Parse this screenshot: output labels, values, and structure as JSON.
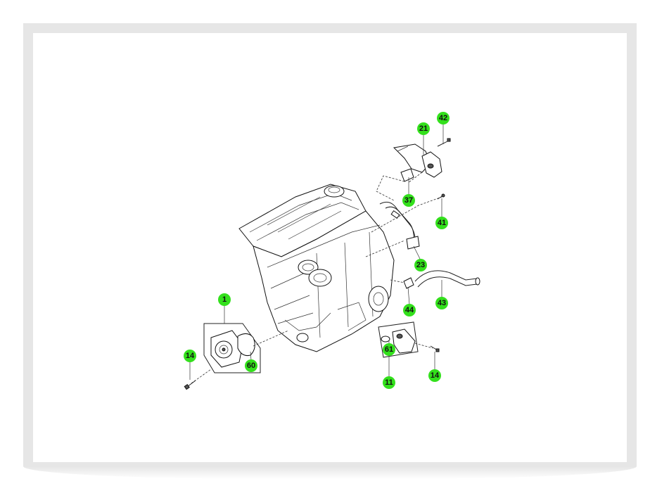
{
  "diagram": {
    "callouts": [
      {
        "id": "c42",
        "label": "42"
      },
      {
        "id": "c21",
        "label": "21"
      },
      {
        "id": "c37",
        "label": "37"
      },
      {
        "id": "c41",
        "label": "41"
      },
      {
        "id": "c23",
        "label": "23"
      },
      {
        "id": "c43",
        "label": "43"
      },
      {
        "id": "c44",
        "label": "44"
      },
      {
        "id": "c1",
        "label": "1"
      },
      {
        "id": "c14a",
        "label": "14"
      },
      {
        "id": "c60",
        "label": "60"
      },
      {
        "id": "c61",
        "label": "61"
      },
      {
        "id": "c11",
        "label": "11"
      },
      {
        "id": "c14b",
        "label": "14"
      }
    ],
    "colors": {
      "callout_fill": "#33e01c",
      "frame": "#e6e6e6",
      "line": "#222222"
    }
  }
}
